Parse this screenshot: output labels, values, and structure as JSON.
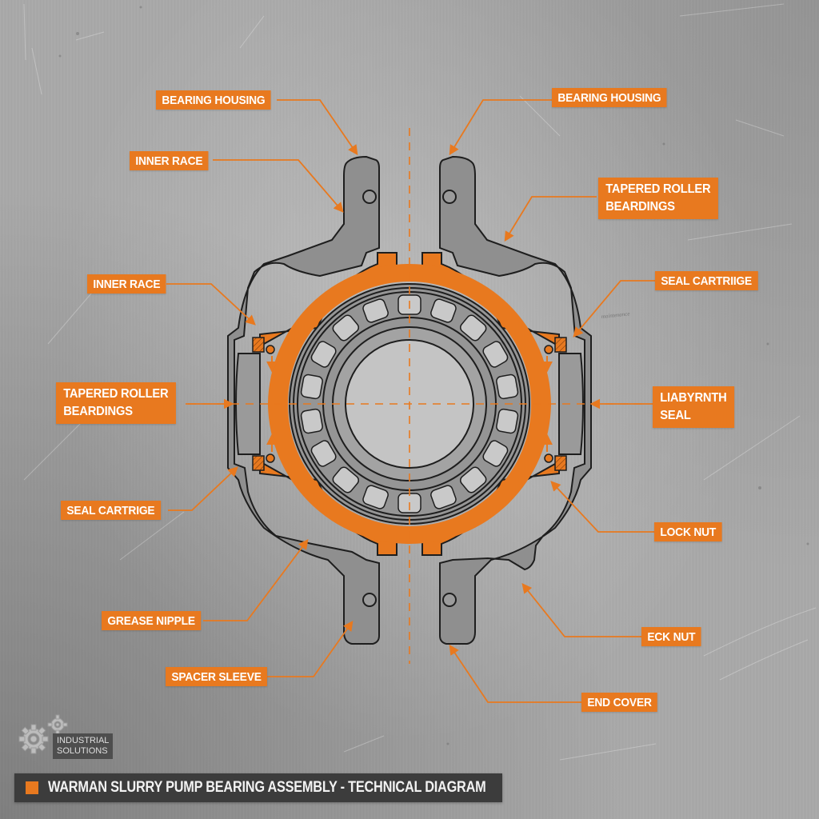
{
  "diagram": {
    "title": "WARMAN SLURRY PUMP BEARING ASSEMBLY - TECHNICAL DIAGRAM",
    "accent_color": "#e8791f",
    "part_fill_color": "#8f8f8f",
    "outline_color": "#1e1e1e",
    "centerline_style": "orange-dashed"
  },
  "labels": {
    "left": [
      {
        "id": "bearing-housing-left",
        "text": "BEARING HOUSING"
      },
      {
        "id": "inner-race-top-left",
        "text": "INNER RACE"
      },
      {
        "id": "inner-race-mid-left",
        "text": "INNER RACE"
      },
      {
        "id": "tapered-roller-left",
        "text": "TAPERED ROLLER\nBEARDINGS"
      },
      {
        "id": "seal-cartridge-left",
        "text": "SEAL CARTRIGE"
      },
      {
        "id": "grease-nipple",
        "text": "GREASE NIPPLE"
      },
      {
        "id": "spacer-sleeve",
        "text": "SPACER SLEEVE"
      }
    ],
    "right": [
      {
        "id": "bearing-housing-right",
        "text": "BEARING HOUSING"
      },
      {
        "id": "tapered-roller-right",
        "text": "TAPERED ROLLER\nBEARDINGS"
      },
      {
        "id": "seal-cartridge-right",
        "text": "SEAL CARTRIIGE"
      },
      {
        "id": "labyrinth-seal",
        "text": "LIABYRNTH\nSEAL"
      },
      {
        "id": "lock-nut",
        "text": "LOCK NUT"
      },
      {
        "id": "eck-nut",
        "text": "ECK NUT"
      },
      {
        "id": "end-cover",
        "text": "END COVER"
      }
    ]
  },
  "logo": {
    "icon": "gears-icon",
    "text": "INDUSTRIAL\nSOLUTIONS"
  },
  "footer": {
    "marker_icon": "orange-square-icon",
    "title": "WARMAN SLURRY PUMP BEARING ASSEMBLY - TECHNICAL DIAGRAM"
  }
}
